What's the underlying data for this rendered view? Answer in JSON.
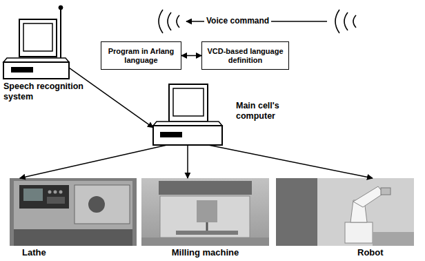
{
  "diagram": {
    "nodes": [
      {
        "text": [
          "Speech recognition system"
        ]
      },
      {
        "text": [
          "Program in Arlang language"
        ]
      },
      {
        "text": [
          "VCD-based language definition"
        ]
      },
      {
        "text": [
          "Main cell's computer"
        ]
      },
      {
        "text": [
          "Lathe"
        ]
      },
      {
        "text": [
          "Milling machine"
        ]
      },
      {
        "text": [
          "Robot"
        ]
      }
    ],
    "edges": [
      {
        "from": 1,
        "to": 2,
        "arrow": "both"
      },
      {
        "from": 0,
        "to": 3,
        "arrow": "to"
      },
      {
        "from": 3,
        "to": 4,
        "arrow": "to"
      },
      {
        "from": 3,
        "to": 5,
        "arrow": "to"
      },
      {
        "from": 3,
        "to": 6,
        "arrow": "to"
      }
    ],
    "labels": [
      "Voice command"
    ]
  }
}
